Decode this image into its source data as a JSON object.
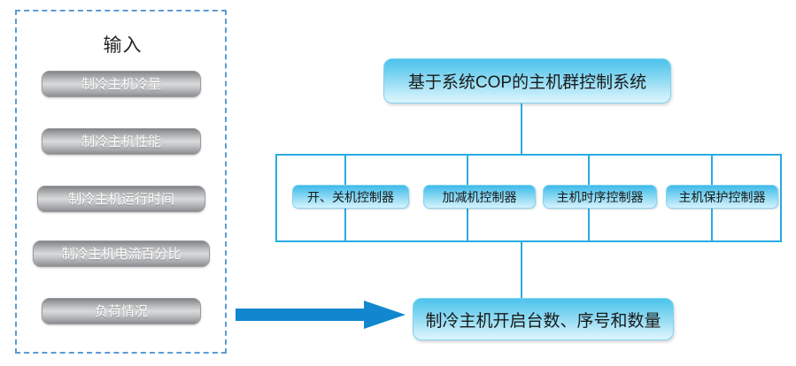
{
  "diagram": {
    "title": "基于系统COP的主机群控制系统",
    "input_panel": {
      "heading": "输入",
      "items": [
        {
          "label": "制冷主机冷量"
        },
        {
          "label": "制冷主机性能"
        },
        {
          "label": "制冷主机运行时间"
        },
        {
          "label": "制冷主机电流百分比"
        },
        {
          "label": "负荷情况"
        }
      ]
    },
    "controllers": [
      {
        "label": "开、关机控制器"
      },
      {
        "label": "加减机控制器"
      },
      {
        "label": "主机时序控制器"
      },
      {
        "label": "主机保护控制器"
      }
    ],
    "output": {
      "label": "制冷主机开启台数、序号和数量"
    },
    "colors": {
      "accent_blue": "#29abe2",
      "arrow_blue": "#1287d0",
      "dashed_border": "#5b9bd5",
      "box_blue_top": "#4ec3ec",
      "box_blue_bottom": "#ddf5fd",
      "pill_grey_top": "#7e8083",
      "pill_grey_mid": "#d8dadc"
    }
  }
}
